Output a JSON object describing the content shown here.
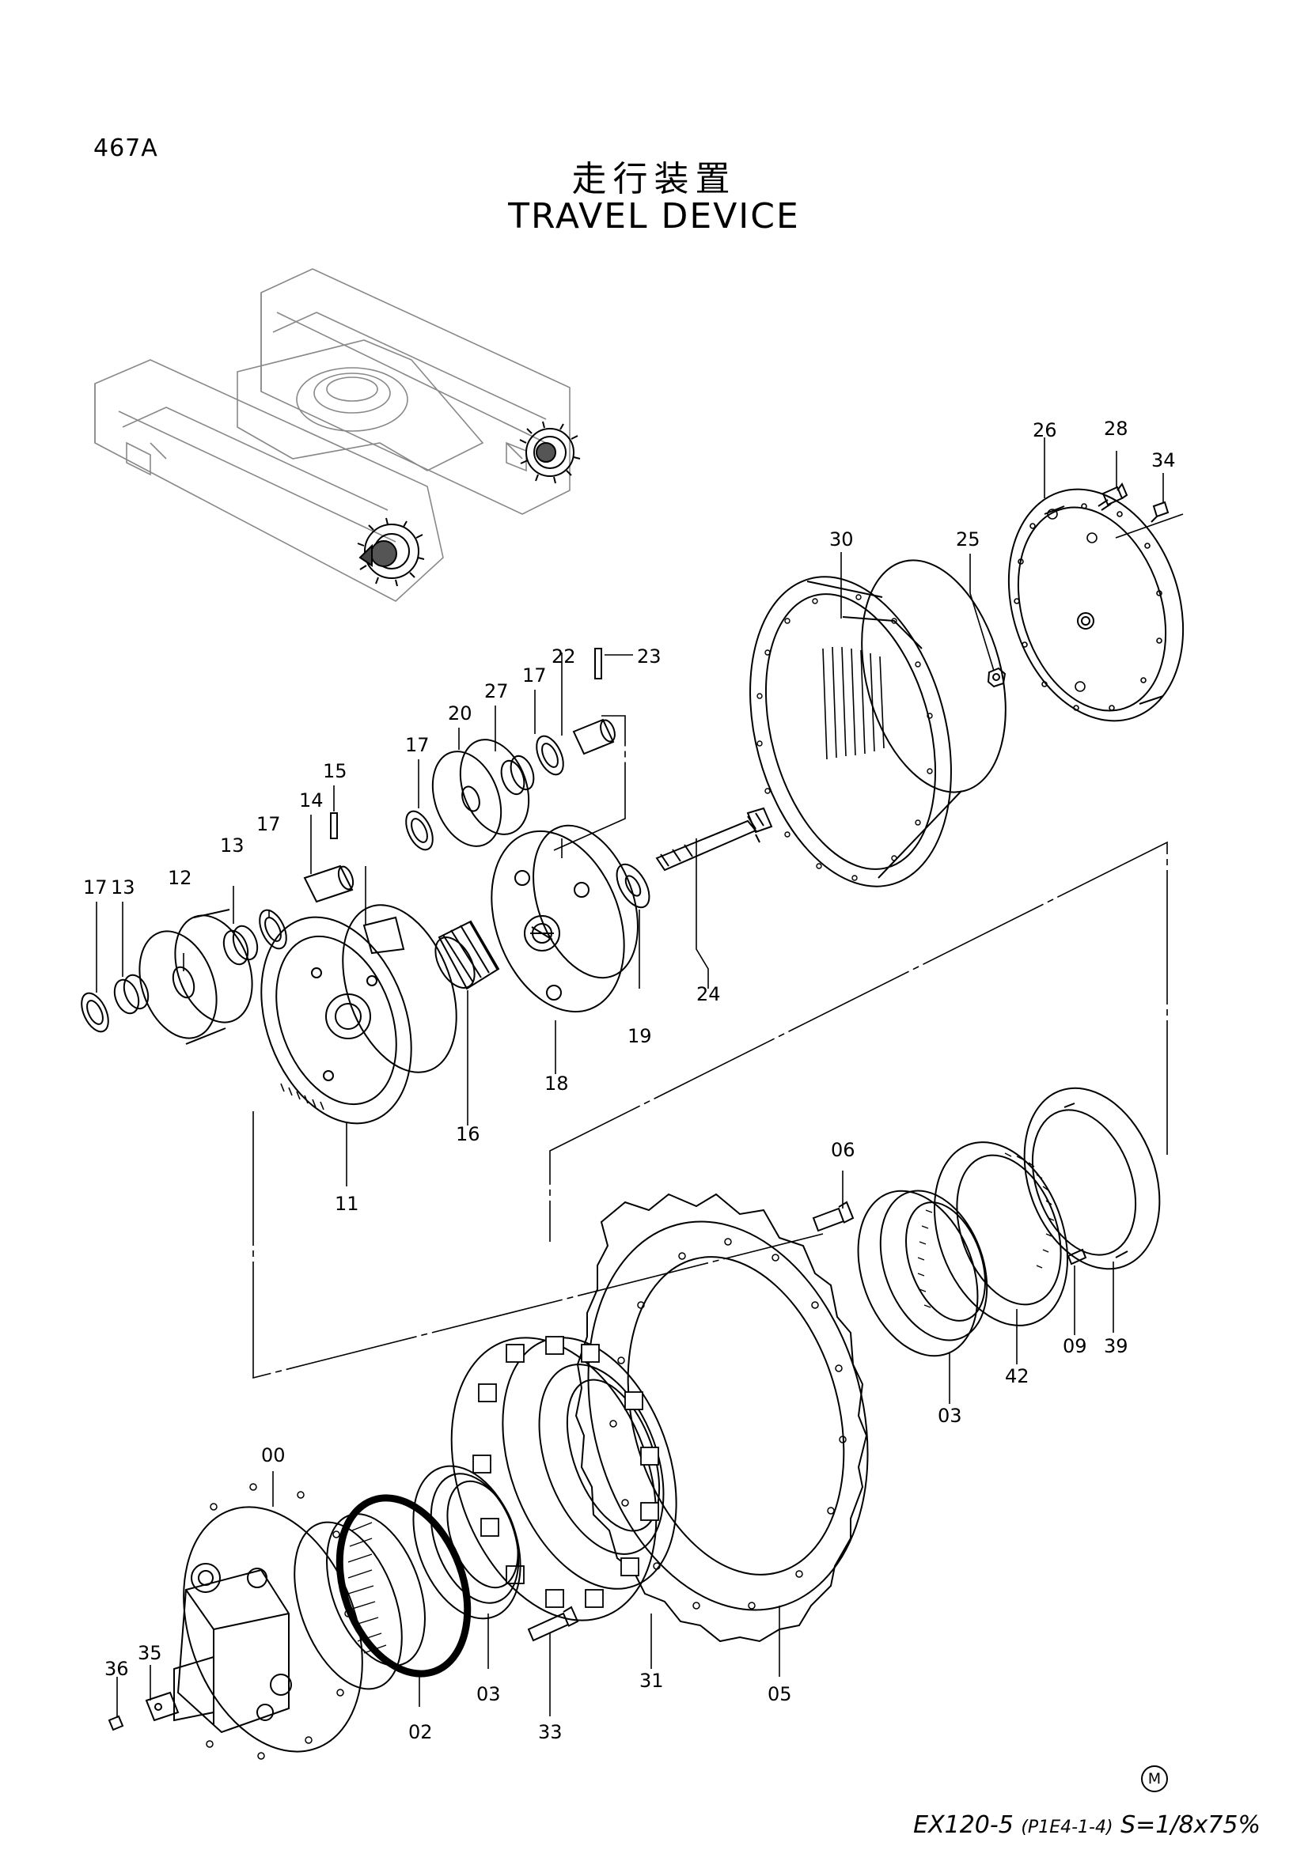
{
  "page": {
    "code": "467A",
    "title_jp": "走行装置",
    "title_en": "TRAVEL DEVICE"
  },
  "footer": {
    "model": "EX120-5",
    "ref": "(P1E4-1-4)",
    "scale": "S=1/8x75%",
    "mark": "M"
  },
  "callouts": {
    "c00": "00",
    "c02": "02",
    "c03a": "03",
    "c03b": "03",
    "c05": "05",
    "c06": "06",
    "c09": "09",
    "c11": "11",
    "c12": "12",
    "c13a": "13",
    "c13b": "13",
    "c14": "14",
    "c15": "15",
    "c16": "16",
    "c17a": "17",
    "c17b": "17",
    "c17c": "17",
    "c17d": "17",
    "c18": "18",
    "c19": "19",
    "c20": "20",
    "c22": "22",
    "c23": "23",
    "c24": "24",
    "c25": "25",
    "c26": "26",
    "c27": "27",
    "c28": "28",
    "c30": "30",
    "c31": "31",
    "c33": "33",
    "c34": "34",
    "c35": "35",
    "c36": "36",
    "c39": "39",
    "c42": "42"
  }
}
